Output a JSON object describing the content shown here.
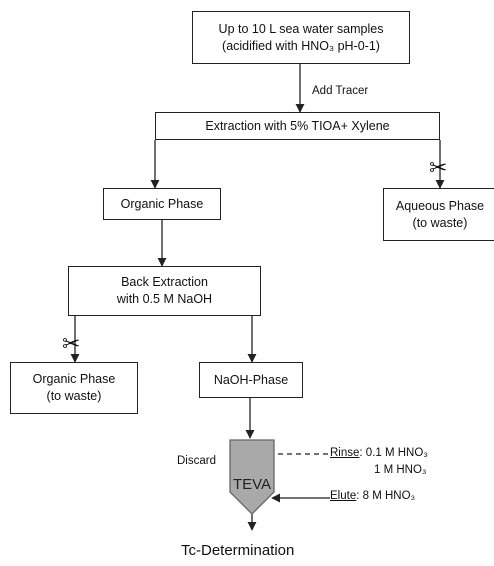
{
  "boxes": {
    "samples": {
      "line1": "Up to 10 L sea water samples",
      "line2": "(acidified with HNO₃ pH-0-1)"
    },
    "extraction": {
      "line1": "Extraction with 5% TIOA+ Xylene"
    },
    "organic_phase": {
      "line1": "Organic Phase"
    },
    "aqueous_phase": {
      "line1": "Aqueous Phase",
      "line2": "(to waste)"
    },
    "back_extraction": {
      "line1": "Back Extraction",
      "line2": "with 0.5 M NaOH"
    },
    "organic_waste": {
      "line1": "Organic Phase",
      "line2": "(to waste)"
    },
    "naoh_phase": {
      "line1": "NaOH-Phase"
    }
  },
  "labels": {
    "add_tracer": "Add Tracer",
    "discard": "Discard",
    "rinse_word": "Rinse",
    "rinse_value1": ": 0.1 M HNO₃",
    "rinse_value2": "1 M HNO₃",
    "elute_word": "Elute",
    "elute_value": ": 8 M HNO₃",
    "column": "TEVA",
    "result": "Tc-Determination"
  },
  "icons": {
    "scissors": "✂"
  },
  "colors": {
    "column_fill": "#a9a9a9",
    "line": "#222222"
  }
}
